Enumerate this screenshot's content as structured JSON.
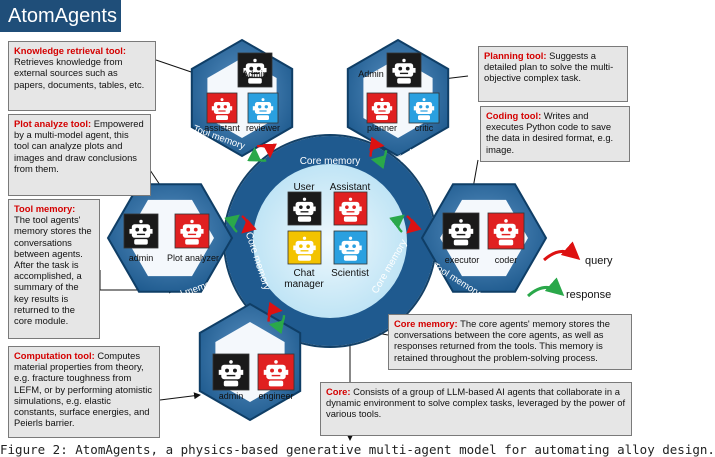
{
  "title": "AtomAgents",
  "rings": {
    "core_top": "Core memory",
    "core_left": "Core memory",
    "core_right": "Core memory",
    "tool": "Tool memory"
  },
  "core_agents": [
    "User",
    "Assistant",
    "Chat manager",
    "Scientist"
  ],
  "tool_groups": {
    "knowledge": [
      "Admin",
      "assistant",
      "reviewer"
    ],
    "planning": [
      "Admin",
      "planner",
      "critic"
    ],
    "plot": [
      "admin",
      "Plot analyzer"
    ],
    "coding": [
      "executor",
      "coder"
    ],
    "computation": [
      "admin",
      "engineer"
    ]
  },
  "legend": {
    "query": "query",
    "response": "response"
  },
  "boxes": {
    "knowledge": {
      "heading": "Knowledge retrieval tool:",
      "body": "Retrieves knowledge from external sources such as papers, documents, tables, etc."
    },
    "plot": {
      "heading": "Plot analyze tool:",
      "body": "Empowered by a multi-model agent, this tool can analyze plots and images and draw conclusions from them."
    },
    "tool_memory": {
      "heading": "Tool memory:",
      "body": "The tool agents' memory stores the conversations between agents. After the task is accomplished, a summary of the key results is returned to the core module."
    },
    "computation": {
      "heading": "Computation tool:",
      "body": "Computes material properties from theory, e.g. fracture toughness from LEFM, or by performing atomistic simulations, e.g. elastic constants, surface energies, and Peierls barrier."
    },
    "planning": {
      "heading": "Planning tool:",
      "body": "Suggests a detailed plan to solve the multi-objective complex task."
    },
    "coding": {
      "heading": "Coding tool:",
      "body": "Writes and executes Python code to save the data in desired format, e.g. image."
    },
    "core_memory": {
      "heading": "Core memory:",
      "body": "The core agents' memory stores the conversations between the core agents, as well as responses returned from the tools. This memory is retained throughout the problem-solving process."
    },
    "core": {
      "heading": "Core:",
      "body": "Consists of a group of LLM-based AI agents that collaborate in a dynamic environment to solve complex tasks, leveraged by the power of various tools."
    }
  },
  "caption": "Figure 2: AtomAgents, a physics-based generative multi-agent model for automating alloy design."
}
